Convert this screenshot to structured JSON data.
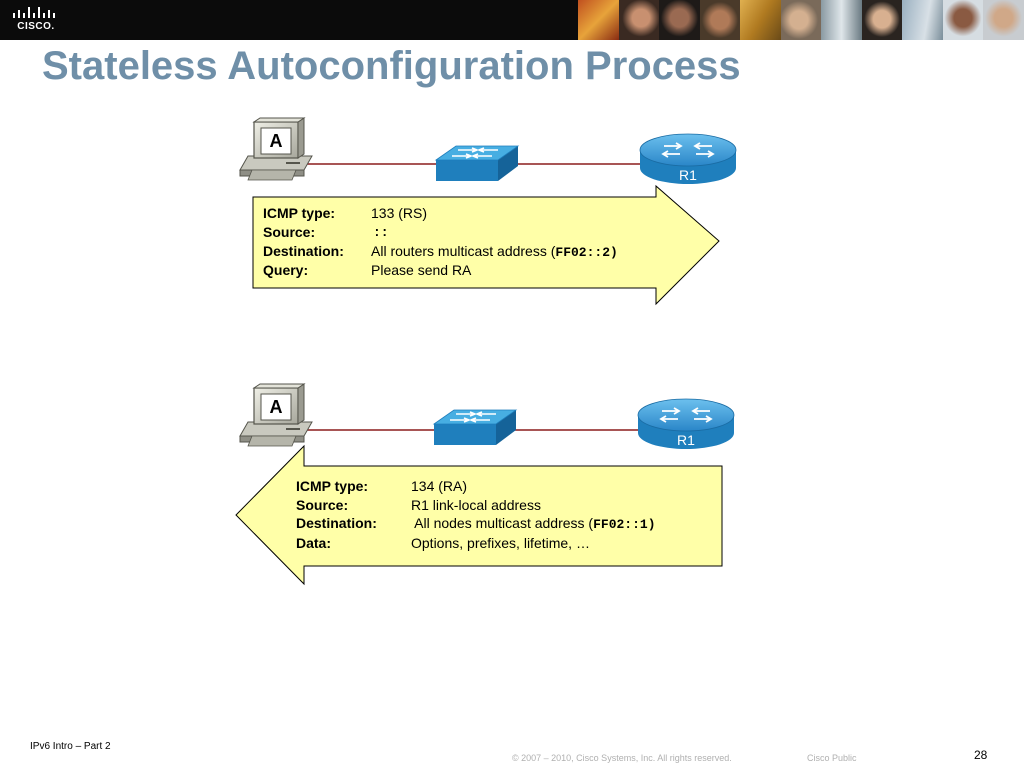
{
  "header": {
    "logo_text": "CISCO.",
    "title": "Stateless Autoconfiguration Process"
  },
  "colors": {
    "title": "#6f8fa8",
    "callout_fill": "#ffffa8",
    "link_line": "#8b1d1d",
    "router": "#2a86c8",
    "switch": "#2a9ad6"
  },
  "diagram_top": {
    "host_label": "A",
    "router_label": "R1",
    "message": {
      "direction": "right",
      "rows": [
        {
          "key": "ICMP type:",
          "value": "133 (RS)"
        },
        {
          "key": "Source:",
          "value": "::"
        },
        {
          "key": "Destination:",
          "value_pre": "All routers multicast address (",
          "value_mono": "FF02::2)"
        },
        {
          "key": "Query:",
          "value": "Please send RA"
        }
      ]
    }
  },
  "diagram_bottom": {
    "host_label": "A",
    "router_label": "R1",
    "message": {
      "direction": "left",
      "rows": [
        {
          "key": "ICMP type:",
          "value": "134 (RA)"
        },
        {
          "key": "Source:",
          "value": "R1 link-local address"
        },
        {
          "key": "Destination:",
          "value_pre": " All nodes multicast address (",
          "value_mono": "FF02::1)"
        },
        {
          "key": "Data:",
          "value": "Options, prefixes, lifetime, …"
        }
      ]
    }
  },
  "footer": {
    "deck": "IPv6 Intro – Part 2",
    "copyright": "© 2007 – 2010, Cisco Systems, Inc. All rights reserved.",
    "classification": "Cisco Public",
    "page_number": "28"
  }
}
